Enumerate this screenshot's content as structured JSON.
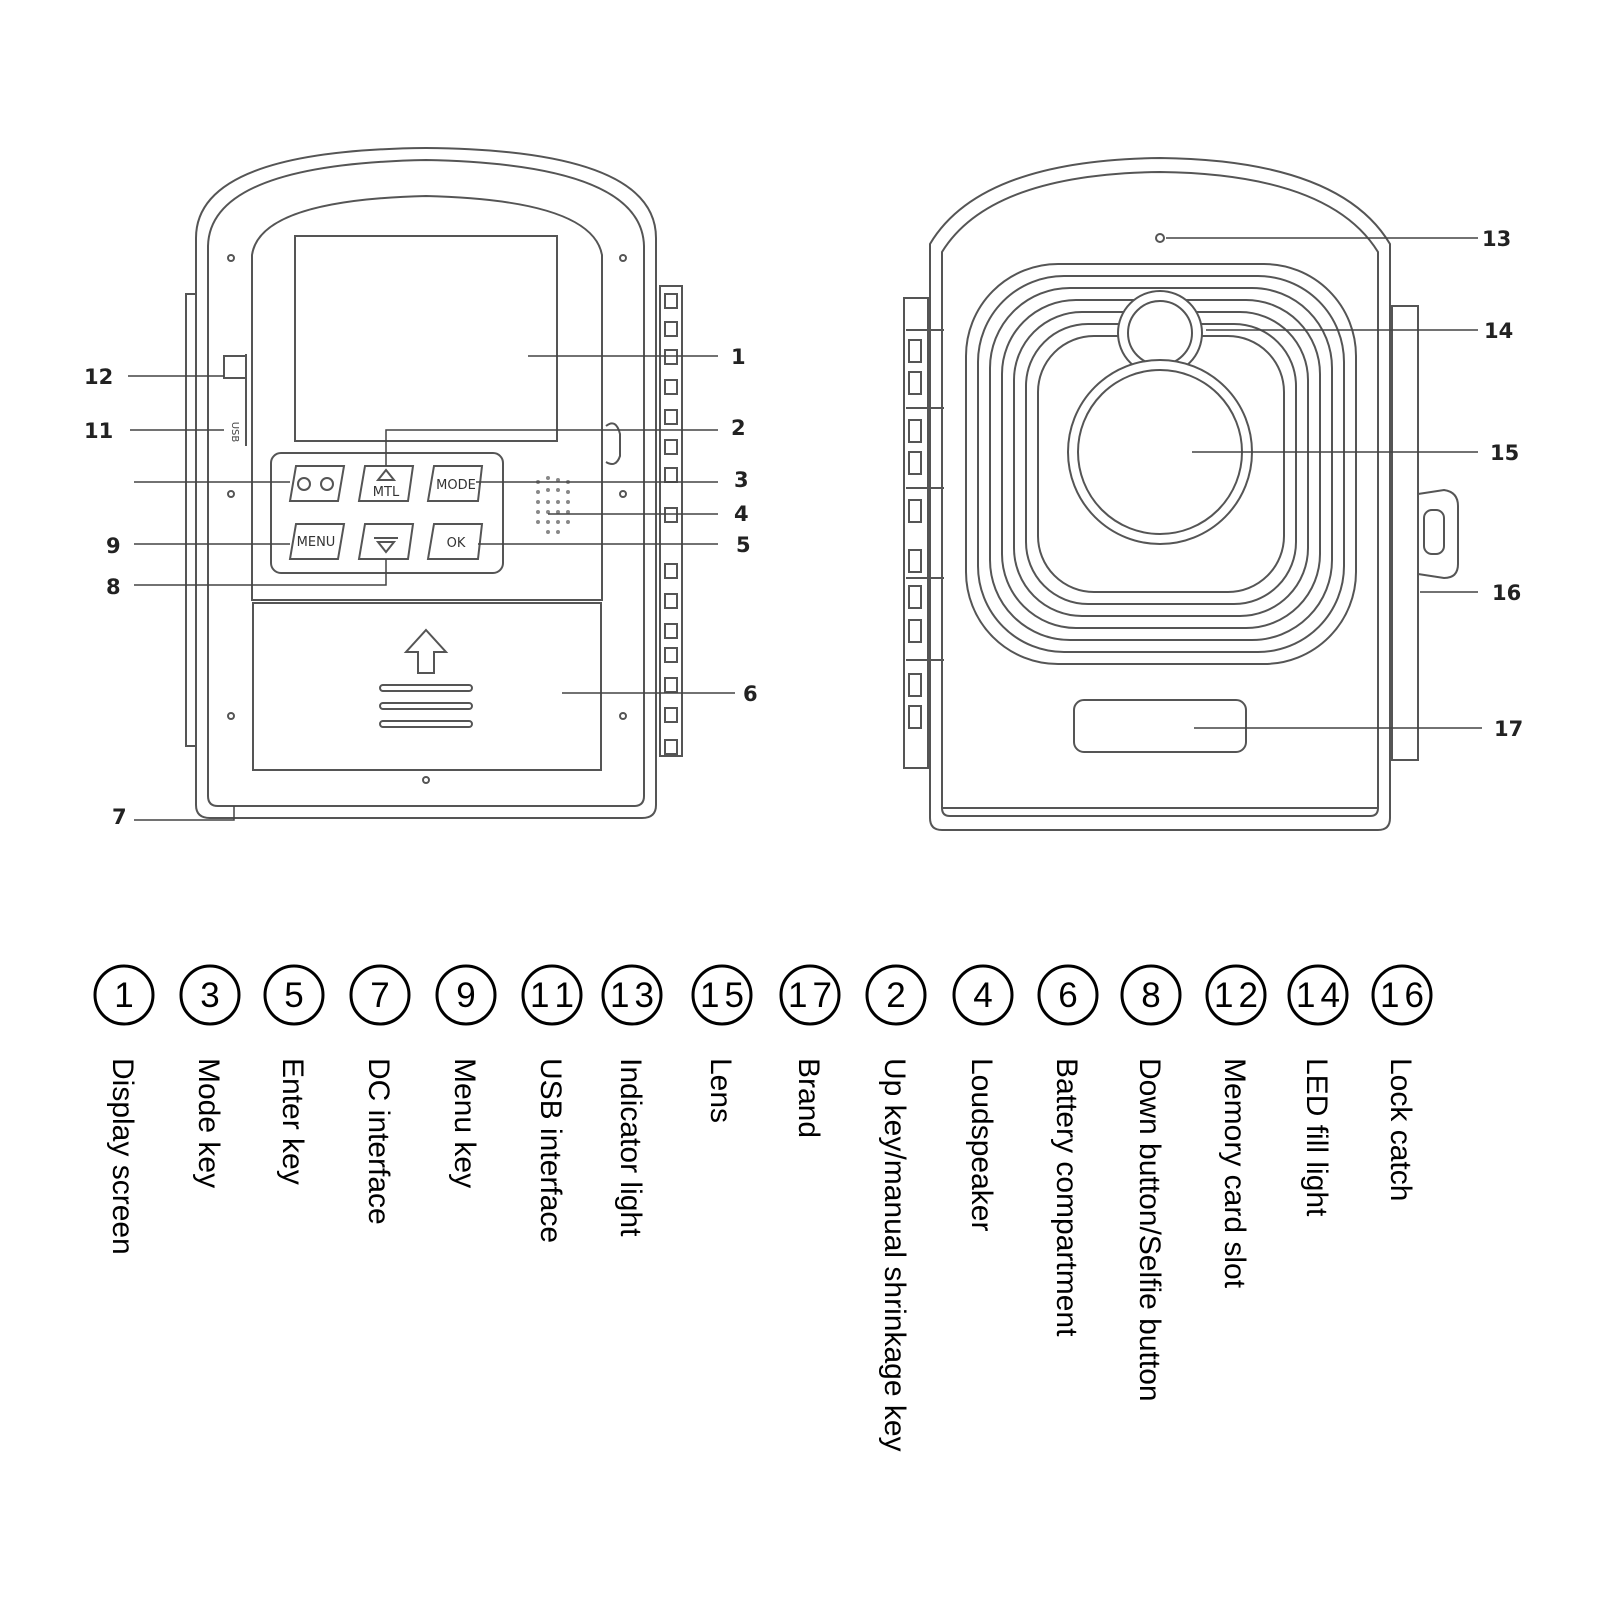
{
  "callouts": {
    "c1": "1",
    "c2": "2",
    "c3": "3",
    "c4": "4",
    "c5": "5",
    "c6": "6",
    "c7": "7",
    "c8": "8",
    "c9": "9",
    "c11": "11",
    "c12": "12",
    "c13": "13",
    "c14": "14",
    "c15": "15",
    "c16": "16",
    "c17": "17"
  },
  "buttons": {
    "mtl": "MTL",
    "mode": "MODE",
    "menu": "MENU",
    "ok": "OK",
    "usb_side": "USB"
  },
  "legend": [
    {
      "num": "1",
      "label": "Display screen"
    },
    {
      "num": "3",
      "label": "Mode key"
    },
    {
      "num": "5",
      "label": "Enter key"
    },
    {
      "num": "7",
      "label": "DC interface"
    },
    {
      "num": "9",
      "label": "Menu key"
    },
    {
      "num": "11",
      "label": "USB interface"
    },
    {
      "num": "13",
      "label": "Indicator light"
    },
    {
      "num": "15",
      "label": "Lens"
    },
    {
      "num": "17",
      "label": "Brand"
    },
    {
      "num": "2",
      "label": "Up key/manual shrinkage key"
    },
    {
      "num": "4",
      "label": "Loudspeaker"
    },
    {
      "num": "6",
      "label": "Battery compartment"
    },
    {
      "num": "8",
      "label": "Down button/Selfie button"
    },
    {
      "num": "12",
      "label": "Memory card slot"
    },
    {
      "num": "14",
      "label": "LED fill light"
    },
    {
      "num": "16",
      "label": "Lock catch"
    }
  ]
}
